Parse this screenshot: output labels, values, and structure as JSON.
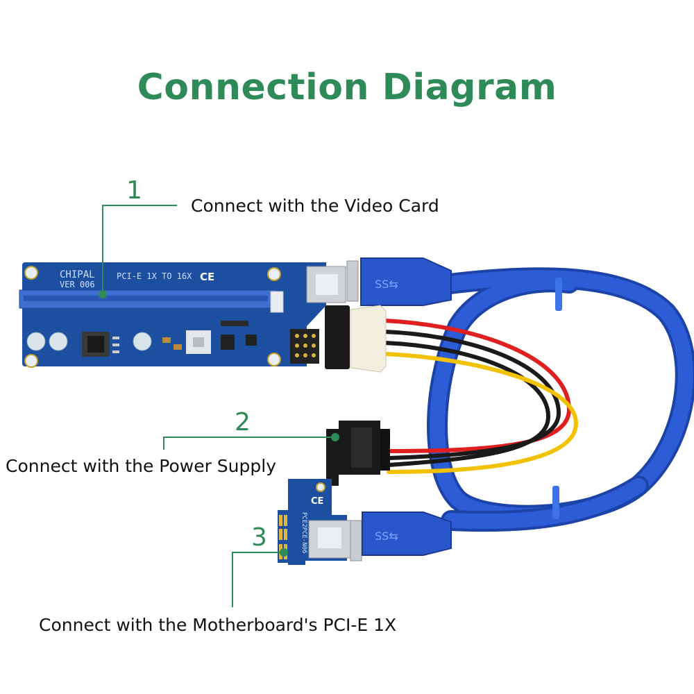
{
  "title": "Connection Diagram",
  "colors": {
    "accent": "#2e8b57",
    "pcb": "#1d4fa0",
    "cable": "#2c5cd6",
    "slot": "#3c6fd0",
    "wire_red": "#e02020",
    "wire_black": "#1a1a1a",
    "wire_yellow": "#f2c200"
  },
  "steps": [
    {
      "number": "1",
      "label": "Connect with the Video Card"
    },
    {
      "number": "2",
      "label": "Connect with the Power Supply"
    },
    {
      "number": "3",
      "label": "Connect with the Motherboard's PCI-E 1X"
    }
  ],
  "riser_board": {
    "brand": "CHIPAL",
    "version": "VER 006",
    "model": "PCI-E 1X TO 16X",
    "cert": "CE"
  },
  "adapter_board": {
    "model": "PCE2PCE-N06",
    "cert": "CE"
  }
}
